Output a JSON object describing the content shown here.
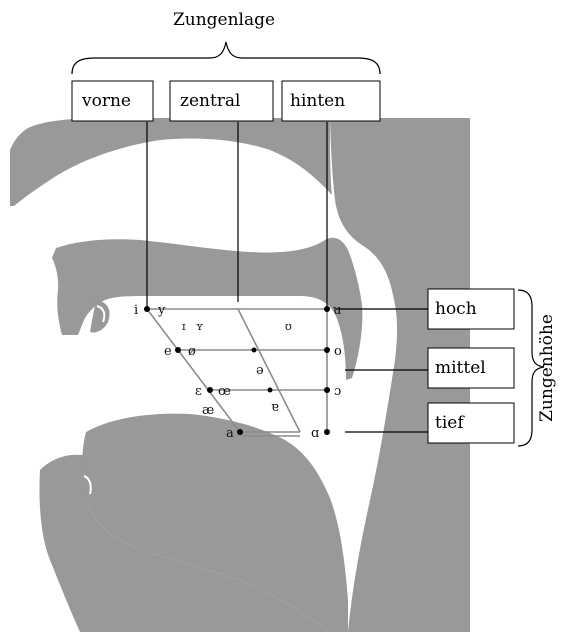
{
  "title_top": "Zungenlage",
  "title_side": "Zungenhöhe",
  "position_labels": {
    "front": "vorne",
    "central": "zentral",
    "back": "hinten"
  },
  "height_labels": {
    "high": "hoch",
    "mid": "mittel",
    "low": "tief"
  },
  "vowels": {
    "i": "i",
    "y": "y",
    "u": "u",
    "I": "ɪ",
    "Y": "ʏ",
    "U": "ʊ",
    "e": "e",
    "oe": "ø",
    "o": "o",
    "schwa": "ə",
    "eps": "ɛ",
    "OE": "œ",
    "open_o": "ɔ",
    "ae": "æ",
    "turned_a": "ɐ",
    "a": "a",
    "alpha": "ɑ"
  },
  "colors": {
    "anatomy": "#999999",
    "chart_lines": "#8c8c8c",
    "background": "#ffffff"
  }
}
